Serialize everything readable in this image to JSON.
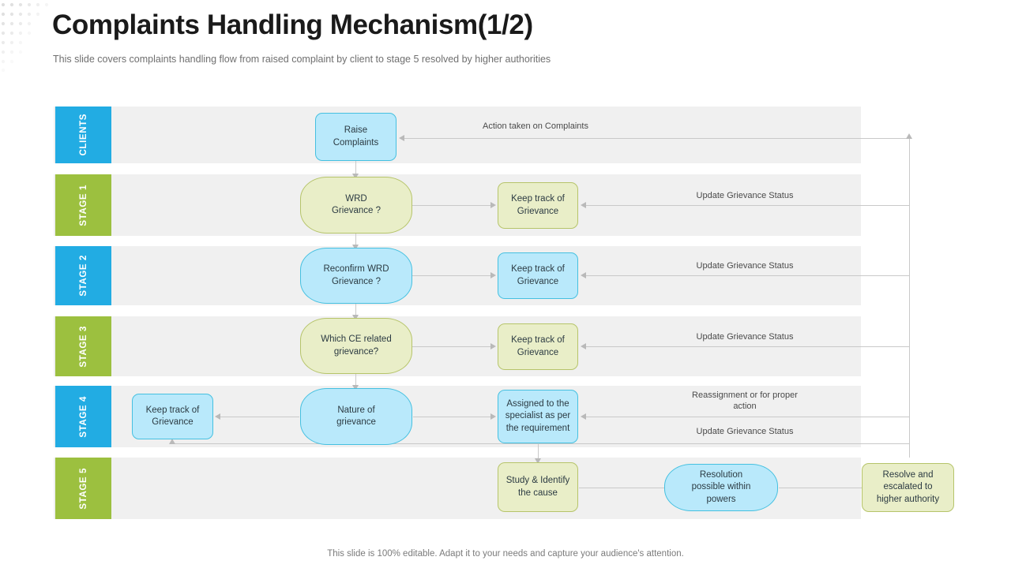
{
  "header": {
    "title": "Complaints Handling Mechanism(1/2)",
    "subtitle": "This slide covers complaints handling flow from raised complaint by client to stage 5 resolved by higher authorities"
  },
  "footer": {
    "note": "This slide is 100% editable. Adapt it to your needs and capture your audience's attention."
  },
  "colors": {
    "blue_tab": "#22ace3",
    "green_tab": "#9cc03f",
    "blue_node_fill": "#b9e9fb",
    "blue_node_stroke": "#45c0e0",
    "green_node_fill": "#e9eec8",
    "green_node_stroke": "#b6c46a",
    "row_band": "#f0f0f0",
    "connector": "#c9c9c9"
  },
  "lanes": [
    {
      "label": "CLIENTS",
      "style": "blue"
    },
    {
      "label": "STAGE 1",
      "style": "green"
    },
    {
      "label": "STAGE 2",
      "style": "blue"
    },
    {
      "label": "STAGE 3",
      "style": "green"
    },
    {
      "label": "STAGE 4",
      "style": "blue"
    },
    {
      "label": "STAGE 5",
      "style": "green"
    }
  ],
  "nodes": {
    "raise_complaints": "Raise\nComplaints",
    "wrd_grievance": "WRD\nGrievance ?",
    "keep_track_1": "Keep track of\nGrievance",
    "reconfirm_wrd": "Reconfirm WRD\nGrievance ?",
    "keep_track_2": "Keep track of\nGrievance",
    "which_ce": "Which CE related\ngrievance?",
    "keep_track_3": "Keep track of\nGrievance",
    "keep_track_4": "Keep track of\nGrievance",
    "nature_of_grievance": "Nature of\ngrievance",
    "assigned_specialist": "Assigned to the\nspecialist as per\nthe requirement",
    "study_identify": "Study & Identify\nthe cause",
    "resolution_powers": "Resolution\npossible within\npowers",
    "resolve_escalated": "Resolve and\nescalated to\nhigher authority"
  },
  "edge_labels": {
    "action_taken": "Action taken on Complaints",
    "update_status_1": "Update Grievance  Status",
    "update_status_2": "Update Grievance  Status",
    "update_status_3": "Update Grievance  Status",
    "reassignment": "Reassignment  or for proper\naction",
    "update_status_4": "Update Grievance  Status"
  }
}
